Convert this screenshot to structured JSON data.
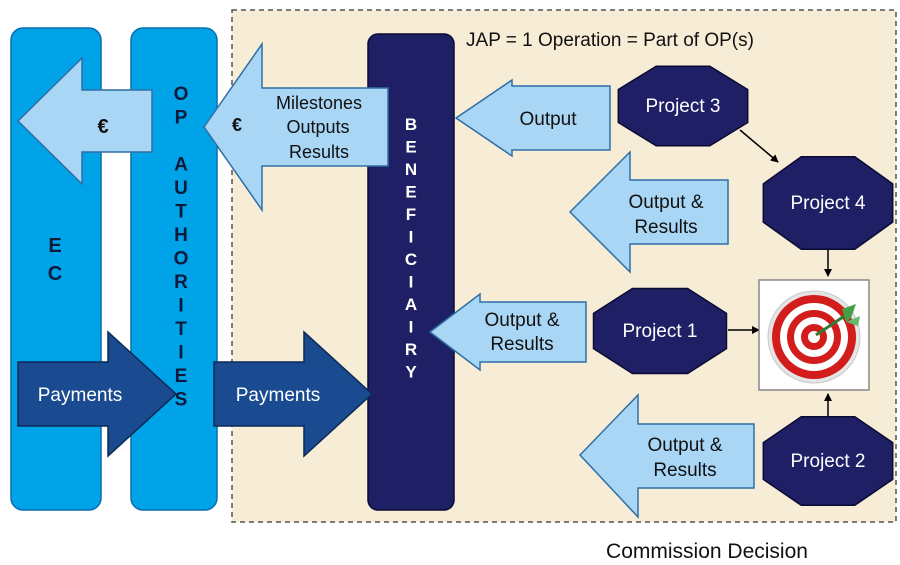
{
  "colors": {
    "band_fill": "#00a3e8",
    "beneficiary_fill": "#1f1f66",
    "light_arrow": "#a9d6f5",
    "dark_arrow": "#1a4a8f",
    "project_fill": "#1f1f66",
    "dashed_area": "#f7ecd6"
  },
  "header": {
    "jap_label": "JAP = 1 Operation = Part of OP(s)"
  },
  "footer": {
    "commission_label": "Commission Decision"
  },
  "bands": {
    "ec_label": "EC",
    "op_label": "OP AUTHORITIES",
    "beneficiary_label": "BENEFICIAIRY"
  },
  "arrows": {
    "euro_ec": "€",
    "euro_op": "€",
    "milestones_line1": "Milestones",
    "milestones_line2": "Outputs",
    "milestones_line3": "Results",
    "payments_ec": "Payments",
    "payments_op": "Payments",
    "output_top": "Output",
    "output_results_mid": [
      "Output &",
      "Results"
    ],
    "output_results_left": [
      "Output &",
      "Results"
    ],
    "output_results_bottom": [
      "Output &",
      "Results"
    ]
  },
  "projects": {
    "p3": "Project 3",
    "p4": "Project 4",
    "p1": "Project 1",
    "p2": "Project 2"
  },
  "target": {
    "icon": "target-icon"
  }
}
